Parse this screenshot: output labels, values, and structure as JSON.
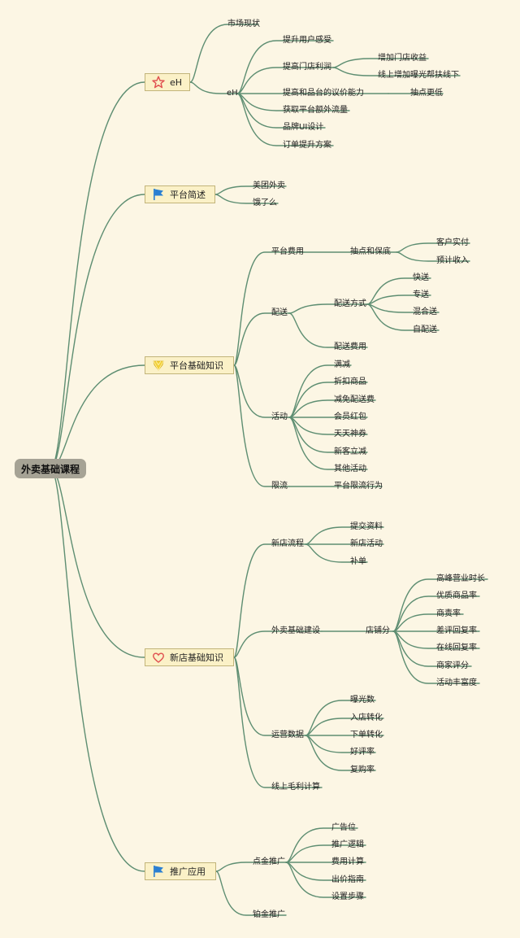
{
  "root": {
    "label": "外卖基础课程"
  },
  "topics": {
    "t1": {
      "label": "eH",
      "icon": "star-icon",
      "color": "#e05050"
    },
    "t2": {
      "label": "平台简述",
      "icon": "flag-icon",
      "color": "#2a7fd2"
    },
    "t3": {
      "label": "平台基础知识",
      "icon": "lightbulb-icon",
      "color": "#f2cf36"
    },
    "t4": {
      "label": "新店基础知识",
      "icon": "heart-icon",
      "color": "#e05050"
    },
    "t5": {
      "label": "推广应用",
      "icon": "flag-icon",
      "color": "#2a7fd2"
    }
  },
  "nodes": {
    "t1_market": "市场现状",
    "t1_eh": "eH",
    "t1_ux": "提升用户感受",
    "t1_profit": "提高门店利润",
    "t1_income": "增加门店收益",
    "t1_exposure": "线上增加曝光帮扶线下",
    "t1_bargain": "提高和品台的议价能力",
    "t1_lowcut": "抽点更低",
    "t1_traffic": "获取平台额外流量",
    "t1_brand": "品牌UI设计",
    "t1_order": "订单提升方案",
    "t2_meituan": "美团外卖",
    "t2_ele": "饿了么",
    "t3_fee": "平台费用",
    "t3_cut": "抽点和保底",
    "t3_actual": "客户实付",
    "t3_expected": "预计收入",
    "t3_delivery": "配送",
    "t3_mode": "配送方式",
    "t3_fast": "快送",
    "t3_special": "专送",
    "t3_mixed": "混合送",
    "t3_self": "自配送",
    "t3_dfee": "配送费用",
    "t3_activity": "活动",
    "t3_a1": "满减",
    "t3_a2": "折扣商品",
    "t3_a3": "减免配送费",
    "t3_a4": "会员红包",
    "t3_a5": "天天神券",
    "t3_a6": "新客立减",
    "t3_a7": "其他活动",
    "t3_limit": "限流",
    "t3_limitact": "平台限流行为",
    "t4_flow": "新店流程",
    "t4_submit": "提交资料",
    "t4_newact": "新店活动",
    "t4_fill": "补单",
    "t4_build": "外卖基础建设",
    "t4_score": "店铺分",
    "t4_s1": "高峰营业时长",
    "t4_s2": "优质商品率",
    "t4_s3": "商责率",
    "t4_s4": "差评回复率",
    "t4_s5": "在线回复率",
    "t4_s6": "商家评分",
    "t4_s7": "活动丰富度",
    "t4_ops": "运营数据",
    "t4_o1": "曝光数",
    "t4_o2": "入店转化",
    "t4_o3": "下单转化",
    "t4_o4": "好评率",
    "t4_o5": "复购率",
    "t4_margin": "线上毛利计算",
    "t5_gold": "点金推广",
    "t5_g1": "广告位",
    "t5_g2": "推广逻辑",
    "t5_g3": "费用计算",
    "t5_g4": "出价指南",
    "t5_g5": "设置步骤",
    "t5_platinum": "铂金推广"
  }
}
